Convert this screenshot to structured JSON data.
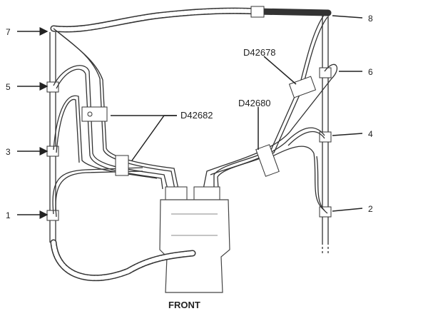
{
  "diagram": {
    "injector_labels": [
      "1",
      "2",
      "3",
      "4",
      "5",
      "6",
      "7",
      "8"
    ],
    "part_labels": {
      "clamp_left": "D42682",
      "clamp_right": "D42680",
      "clamp_upper": "D42678"
    },
    "caption": "FRONT"
  }
}
